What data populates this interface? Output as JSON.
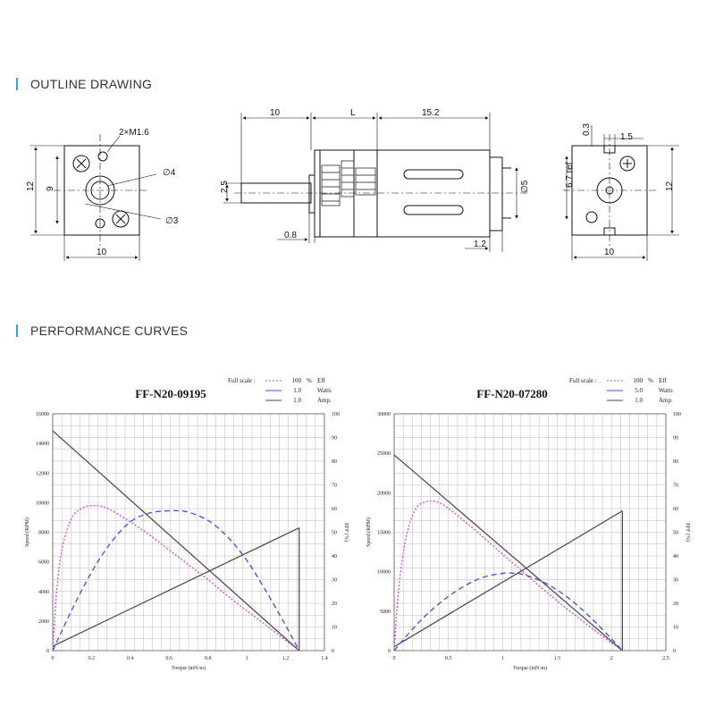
{
  "theme": {
    "accent": "#3aa0d8",
    "curve_colors": {
      "eff": "#e040e0",
      "watts": "#3a4fe0",
      "amp": "#444444"
    }
  },
  "sections": {
    "outline": "OUTLINE DRAWING",
    "performance": "PERFORMANCE CURVES"
  },
  "drawing": {
    "front": {
      "width": "10",
      "height": "12",
      "inner": "9",
      "screw": "2×M1.6",
      "dia_large": "∅4",
      "dia_small": "∅3"
    },
    "side": {
      "shaft": "10",
      "gear": "L",
      "motor": "15.2",
      "shaft_dia": "2.5",
      "flange": "0.8",
      "terminal": "1.2",
      "body_dia": "∅5"
    },
    "rear": {
      "top": "0.3",
      "slot": "1.5",
      "ref": "6.7 ref",
      "height": "12",
      "width": "10"
    }
  },
  "chart_data": [
    {
      "type": "line",
      "title": "FF-N20-09195",
      "xlabel": "Torque (mN-m)",
      "ylabel": "Speed (RPM)",
      "y2label": "EFF (%)",
      "xlim": [
        0,
        1.4
      ],
      "ylim": [
        0,
        16000
      ],
      "y2lim": [
        0,
        100
      ],
      "x_ticks": [
        "0",
        "0.2",
        "0.4",
        "0.6",
        "0.8",
        "1",
        "1.2",
        "1.4"
      ],
      "y_ticks": [
        "0",
        "2000",
        "4000",
        "6000",
        "8000",
        "10000",
        "12000",
        "14000",
        "16000"
      ],
      "y2_ticks": [
        "0",
        "10",
        "20",
        "30",
        "40",
        "50",
        "60",
        "70",
        "80",
        "90",
        "100"
      ],
      "legend": {
        "header": "Full scale :",
        "rows": [
          {
            "value": "100",
            "unit": "%",
            "label": "Eff"
          },
          {
            "value": "1.0",
            "unit": "",
            "label": "Watts"
          },
          {
            "value": "1.0",
            "unit": "",
            "label": "Amp."
          }
        ]
      },
      "series": [
        {
          "name": "Speed",
          "x": [
            0,
            1.27
          ],
          "y": [
            14850,
            0
          ]
        },
        {
          "name": "Amp.",
          "x": [
            0,
            1.27
          ],
          "y": [
            300,
            8300
          ]
        },
        {
          "name": "Eff",
          "x": [
            0,
            0.02,
            0.05,
            0.1,
            0.15,
            0.2,
            0.25,
            0.3,
            0.4,
            0.5,
            0.6,
            0.7,
            0.8,
            0.9,
            1.0,
            1.1,
            1.2,
            1.27
          ],
          "y": [
            0,
            4000,
            7000,
            9000,
            9600,
            9800,
            9750,
            9500,
            8700,
            7800,
            6800,
            5800,
            4800,
            3700,
            2700,
            1700,
            700,
            0
          ]
        },
        {
          "name": "Watts",
          "x": [
            0,
            0.1,
            0.2,
            0.3,
            0.4,
            0.5,
            0.6,
            0.65,
            0.7,
            0.8,
            0.9,
            1.0,
            1.1,
            1.2,
            1.27
          ],
          "y": [
            0,
            2800,
            5300,
            7300,
            8700,
            9300,
            9450,
            9450,
            9350,
            8800,
            7700,
            6100,
            4000,
            1700,
            0
          ]
        }
      ]
    },
    {
      "type": "line",
      "title": "FF-N20-07280",
      "xlabel": "Torque (mN-m)",
      "ylabel": "Speed (RPM)",
      "y2label": "EFF (%)",
      "xlim": [
        0,
        2.5
      ],
      "ylim": [
        0,
        30000
      ],
      "y2lim": [
        0,
        100
      ],
      "x_ticks": [
        "0",
        "0.5",
        "1",
        "1.5",
        "2",
        "2.5"
      ],
      "y_ticks": [
        "0",
        "5000",
        "10000",
        "15000",
        "20000",
        "25000",
        "30000"
      ],
      "y2_ticks": [
        "0",
        "10",
        "20",
        "30",
        "40",
        "50",
        "60",
        "70",
        "80",
        "90",
        "100"
      ],
      "legend": {
        "header": "Full scale :",
        "rows": [
          {
            "value": "100",
            "unit": "%",
            "label": "Eff"
          },
          {
            "value": "5.0",
            "unit": "",
            "label": "Watts"
          },
          {
            "value": "1.0",
            "unit": "",
            "label": "Amp."
          }
        ]
      },
      "series": [
        {
          "name": "Speed",
          "x": [
            0,
            2.1
          ],
          "y": [
            24800,
            0
          ]
        },
        {
          "name": "Amp.",
          "x": [
            0,
            2.1
          ],
          "y": [
            500,
            17700
          ]
        },
        {
          "name": "Eff",
          "x": [
            0,
            0.03,
            0.07,
            0.12,
            0.2,
            0.3,
            0.4,
            0.5,
            0.7,
            0.9,
            1.1,
            1.3,
            1.5,
            1.7,
            1.9,
            2.1
          ],
          "y": [
            0,
            6000,
            11000,
            15000,
            18000,
            18900,
            18800,
            18000,
            15800,
            13400,
            11000,
            8600,
            6300,
            4100,
            2000,
            0
          ]
        },
        {
          "name": "Watts",
          "x": [
            0,
            0.2,
            0.4,
            0.6,
            0.8,
            1.0,
            1.1,
            1.2,
            1.4,
            1.6,
            1.8,
            2.0,
            2.1
          ],
          "y": [
            0,
            3200,
            5800,
            7800,
            9200,
            9800,
            9800,
            9600,
            8500,
            6700,
            4300,
            1500,
            0
          ]
        }
      ]
    }
  ]
}
